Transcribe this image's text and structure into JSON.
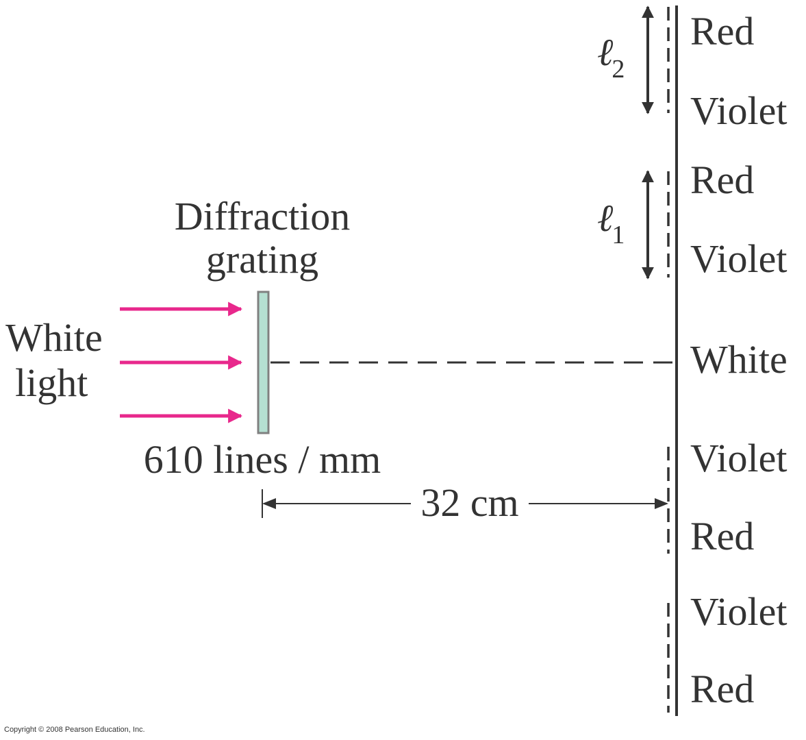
{
  "grating": {
    "title_line1": "Diffraction",
    "title_line2": "grating",
    "spec": "610 lines / mm",
    "fill_color": "#b5e0d2",
    "edge_color": "#808080"
  },
  "source": {
    "label_line1": "White",
    "label_line2": "light",
    "ray_color": "#e8288c"
  },
  "distance": {
    "label": "32 cm"
  },
  "screen": {
    "order2_top": "Red",
    "order2_bottom": "Violet",
    "order1_top": "Red",
    "order1_bottom": "Violet",
    "center": "White",
    "minus1_top": "Violet",
    "minus1_bottom": "Red",
    "minus2_top": "Violet",
    "minus2_bottom": "Red"
  },
  "widths": {
    "l2_symbol": "ℓ",
    "l2_sub": "2",
    "l1_symbol": "ℓ",
    "l1_sub": "1"
  },
  "colors": {
    "line": "#333333"
  },
  "footer": {
    "copyright": "Copyright © 2008 Pearson Education, Inc."
  }
}
